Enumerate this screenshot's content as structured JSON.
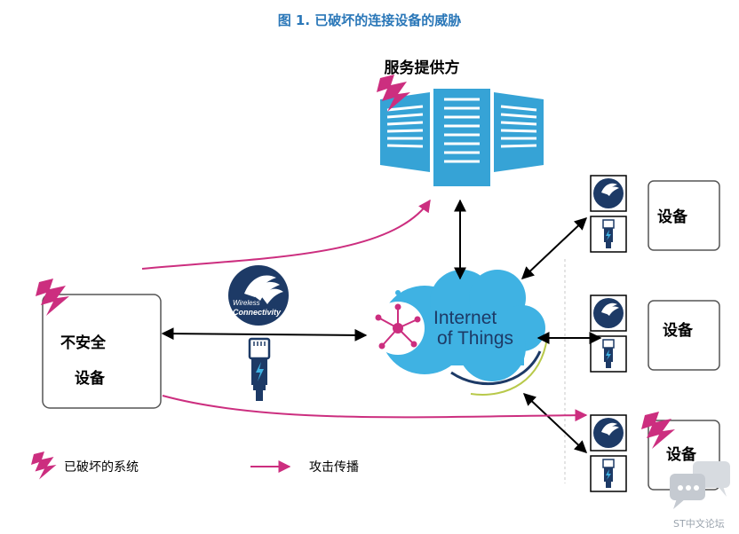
{
  "figure": {
    "title": "图 1. 已破坏的连接设备的威胁",
    "service_provider_label": "服务提供方",
    "insecure_device_line1": "不安全",
    "insecure_device_line2": "设备",
    "device_label": "设备",
    "iot_line1": "Internet",
    "iot_line2": "of Things",
    "wireless_badge_line1": "Wireless",
    "wireless_badge_line2": "Connectivity"
  },
  "legend": {
    "compromised_system": "已破坏的系统",
    "attack_propagation": "攻击传播"
  },
  "watermark": {
    "text": "ST中文论坛"
  },
  "colors": {
    "title_blue": "#2a77b8",
    "server_blue": "#36a3d6",
    "cloud_blue": "#3fb2e3",
    "attack_magenta": "#cc2e7f",
    "badge_navy": "#1d3a66"
  }
}
